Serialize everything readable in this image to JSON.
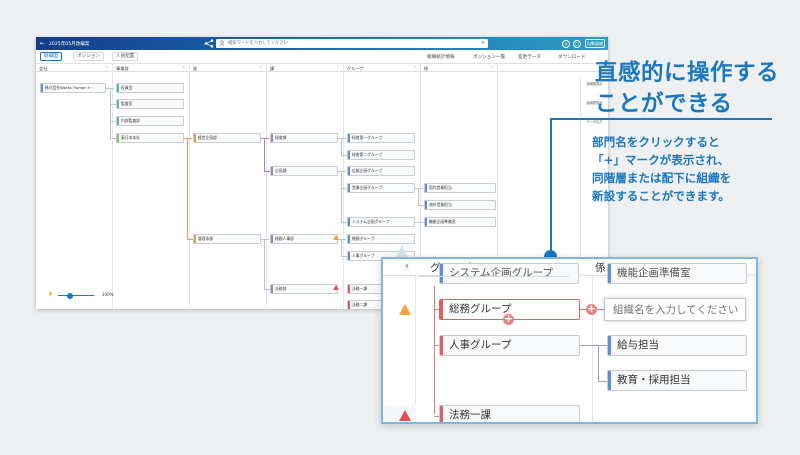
{
  "app": {
    "title": "2025年05月改編案",
    "search_placeholder": "検索ワードを入力してください",
    "clear_label": "自動展開",
    "tabs": [
      "組織図",
      "ポジション",
      "人員配置"
    ],
    "tools": [
      "組織統計情報",
      "ポジション一覧",
      "変更データ",
      "ダウンロード"
    ],
    "columns": [
      "会社",
      "事業部",
      "部",
      "課",
      "グループ",
      "係"
    ],
    "zoom_label": "100%"
  },
  "org": {
    "company": "株式会社Works Human I···",
    "divisions": [
      "役員会",
      "監査室",
      "内部監査部",
      "東日本本社"
    ],
    "departments": [
      "経営企画部",
      "管理本部"
    ],
    "sections": [
      "秘書課",
      "企画課",
      "総務人事部",
      "法務部"
    ],
    "groups": [
      "秘書第一グループ",
      "秘書第二グループ",
      "広報企画グループ",
      "営業企画グループ",
      "システム企画グループ",
      "総務グループ",
      "人事グループ",
      "法務一課",
      "法務二課"
    ],
    "units": [
      "国内営業担当",
      "海外営業担当",
      "機能企画準備室"
    ]
  },
  "right_panel": [
    "組織図表示",
    "組織図表示",
    "データ出力"
  ],
  "headline": {
    "line1": "直感的に操作する",
    "line2": "ことができる"
  },
  "description": [
    "部門名をクリックすると",
    "「+」マークが表示され、",
    "同階層または配下に組織を",
    "新設することができます。"
  ],
  "zoom_view": {
    "col_group": "グループ",
    "col_unit": "係",
    "top_partial_left": "システム企画グループ",
    "top_partial_right": "機能企画準備室",
    "selected": "総務グループ",
    "new_input_placeholder": "組織名を入力してください",
    "group2": "人事グループ",
    "unit1": "給与担当",
    "unit2": "教育・採用担当",
    "bottom": "法務一課",
    "plus_symbol": "+"
  },
  "colors": {
    "accent": "#1b78c0",
    "selected_border": "#e06060",
    "warning": "#f0a33c"
  }
}
